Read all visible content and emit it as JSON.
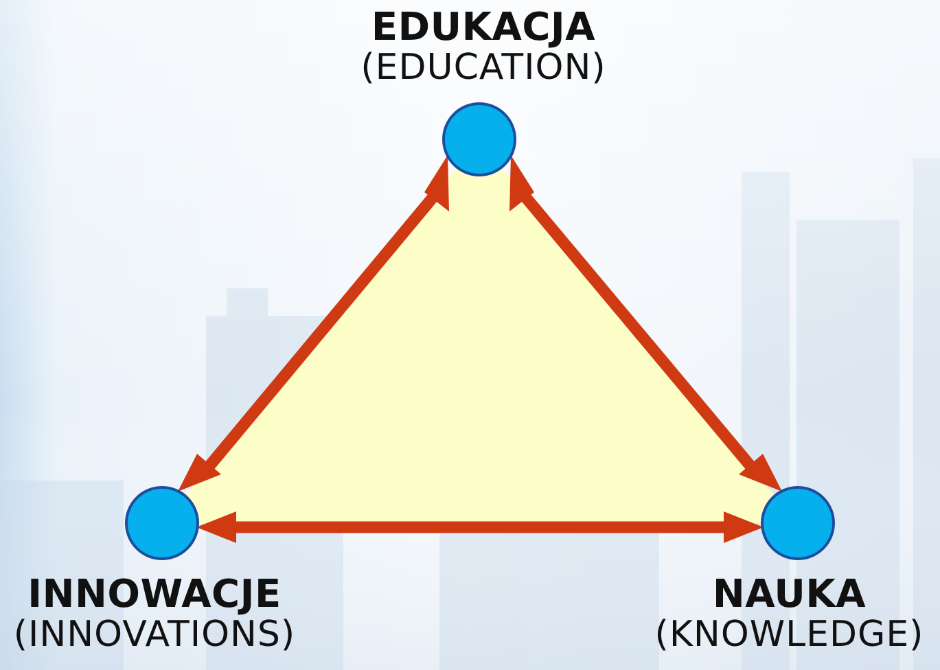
{
  "nodes": {
    "top": {
      "label": "EDUKACJA",
      "sublabel": "(EDUCATION)"
    },
    "left": {
      "label": "INNOWACJE",
      "sublabel": "(INNOVATIONS)"
    },
    "right": {
      "label": "NAUKA",
      "sublabel": "(KNOWLEDGE)"
    }
  },
  "colors": {
    "triangle_fill": "#fdfdc8",
    "arrow": "#d03a12",
    "node_fill": "#05b0ec",
    "node_stroke": "#1c4e9e",
    "text": "#111111"
  }
}
